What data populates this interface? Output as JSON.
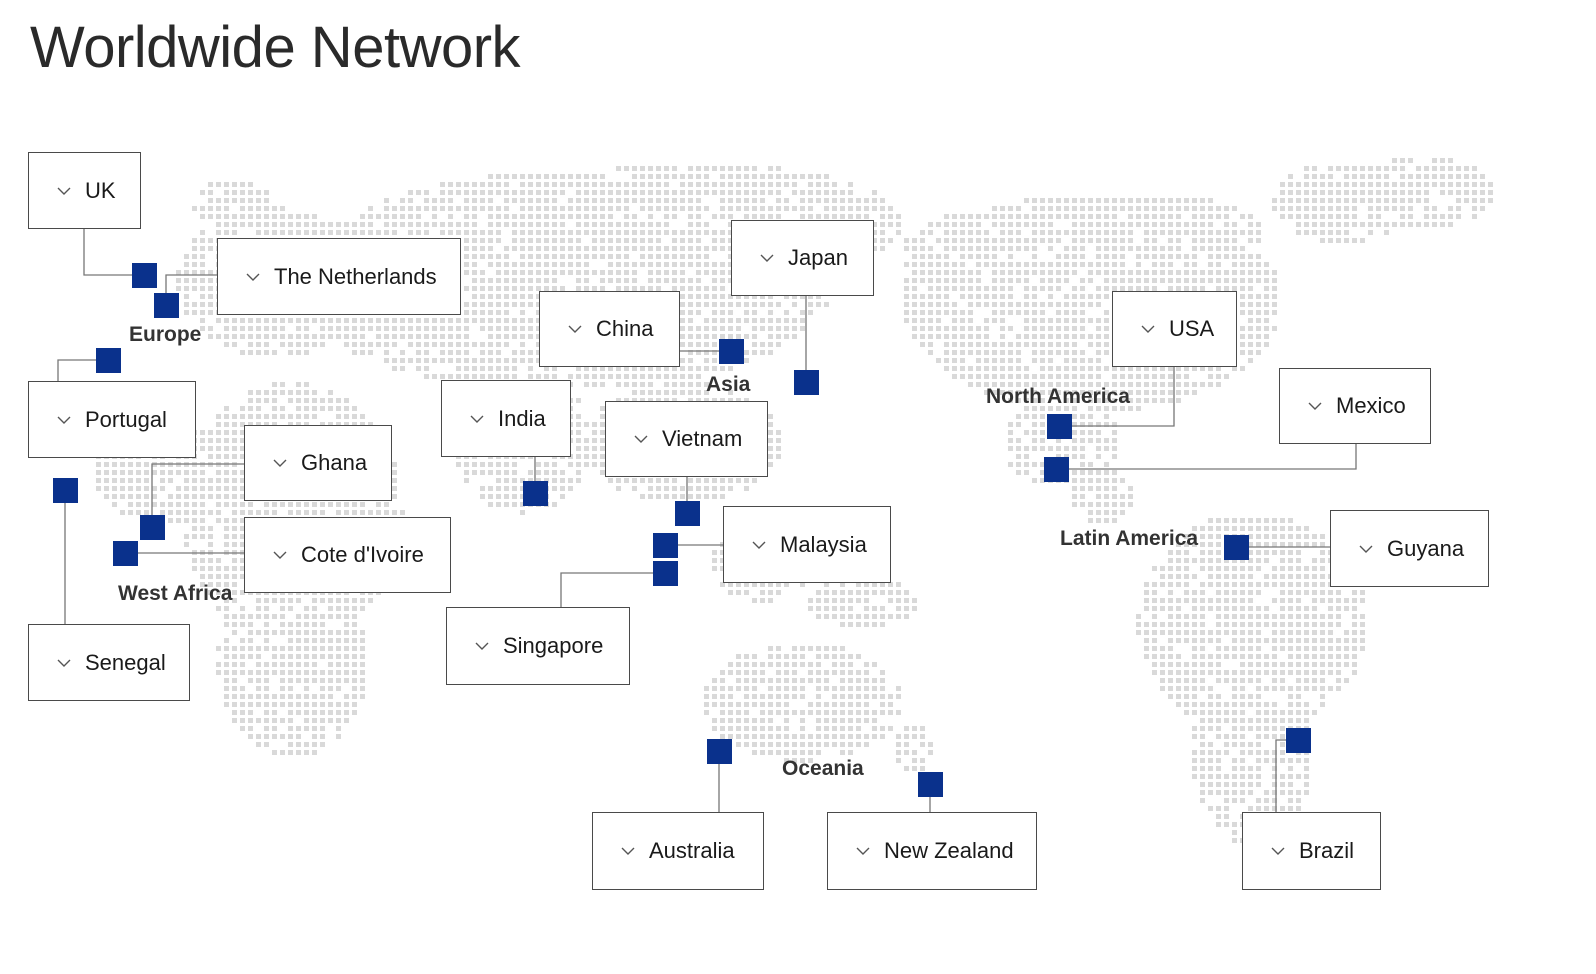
{
  "title": "Worldwide Network",
  "colors": {
    "marker": "#0a318c",
    "dot": "#d9d9d9",
    "border": "#4a4a4a",
    "title": "#2a2a2a"
  },
  "icons": {
    "dropdown": "chevron-down-icon"
  },
  "regions": {
    "europe": "Europe",
    "asia": "Asia",
    "north_america": "North America",
    "latin_america": "Latin America",
    "west_africa": "West Africa",
    "oceania": "Oceania"
  },
  "countries": {
    "uk": "UK",
    "netherlands": "The Netherlands",
    "portugal": "Portugal",
    "ghana": "Ghana",
    "cote_divoire": "Cote d'Ivoire",
    "senegal": "Senegal",
    "india": "India",
    "china": "China",
    "japan": "Japan",
    "vietnam": "Vietnam",
    "malaysia": "Malaysia",
    "singapore": "Singapore",
    "australia": "Australia",
    "new_zealand": "New Zealand",
    "usa": "USA",
    "mexico": "Mexico",
    "guyana": "Guyana",
    "brazil": "Brazil"
  }
}
